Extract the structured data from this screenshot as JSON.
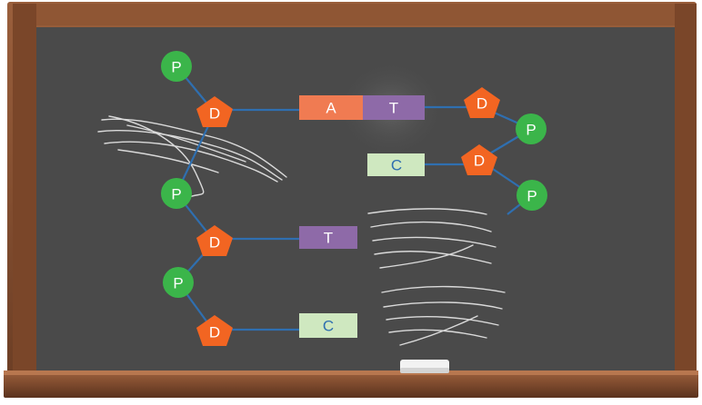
{
  "colors": {
    "board": "#4a4a4a",
    "frame": "#8a5233",
    "frame_dark": "#5e3520",
    "connector": "#2f6fb0",
    "phosphate": "#3bb54a",
    "sugar": "#f26522",
    "base_A": "#f07b52",
    "base_T": "#8e6aa8",
    "base_C": "#cfe8c0",
    "chalk": "#f4f4f4"
  },
  "phosphates": [
    {
      "id": "p1",
      "label": "P"
    },
    {
      "id": "p2",
      "label": "P"
    },
    {
      "id": "p3",
      "label": "P"
    },
    {
      "id": "p4",
      "label": "P"
    },
    {
      "id": "p5",
      "label": "P"
    }
  ],
  "sugars": [
    {
      "id": "d1",
      "label": "D"
    },
    {
      "id": "d2",
      "label": "D"
    },
    {
      "id": "d3",
      "label": "D"
    },
    {
      "id": "d4",
      "label": "D"
    },
    {
      "id": "d5",
      "label": "D"
    }
  ],
  "bases": [
    {
      "id": "b1",
      "label": "A",
      "type": "A"
    },
    {
      "id": "b2",
      "label": "T",
      "type": "T"
    },
    {
      "id": "b3",
      "label": "C",
      "type": "C"
    },
    {
      "id": "b4",
      "label": "T",
      "type": "T"
    },
    {
      "id": "b5",
      "label": "C",
      "type": "C"
    }
  ]
}
